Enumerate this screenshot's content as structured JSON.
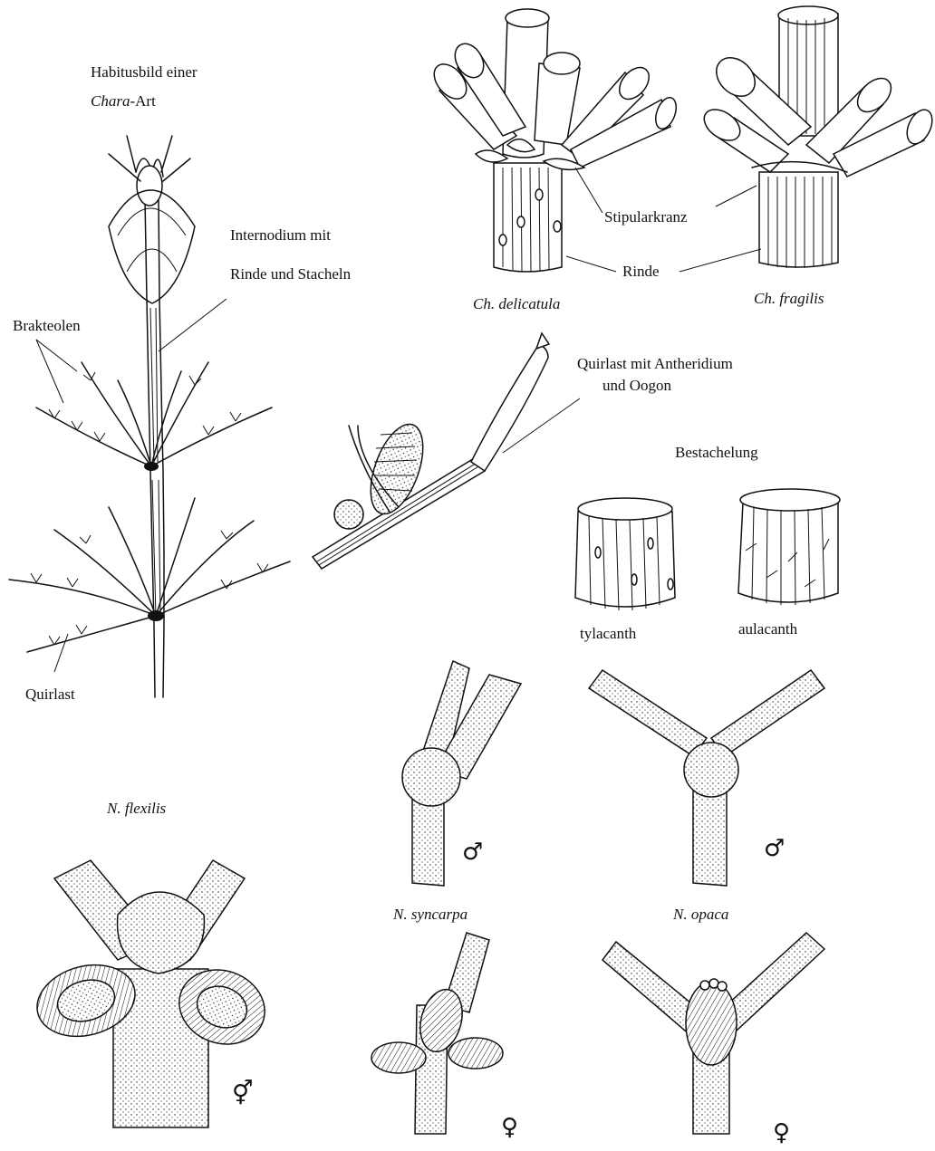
{
  "labels": {
    "habitus_line1": "Habitusbild einer",
    "habitus_genus": "Chara",
    "habitus_suffix": "-Art",
    "internodium_line1": "Internodium mit",
    "internodium_line2": "Rinde und Stacheln",
    "brakteolen": "Brakteolen",
    "quirlast": "Quirlast",
    "stipularkranz": "Stipularkranz",
    "rinde": "Rinde",
    "ch_delicatula": "Ch. delicatula",
    "ch_fragilis": "Ch. fragilis",
    "quirlast_antheridium_line1": "Quirlast mit Antheridium",
    "quirlast_antheridium_line2": "und Oogon",
    "bestachelung": "Bestachelung",
    "tylacanth": "tylacanth",
    "aulacanth": "aulacanth",
    "n_flexilis": "N. flexilis",
    "n_syncarpa": "N. syncarpa",
    "n_opaca": "N. opaca"
  },
  "symbols": {
    "male": "♂",
    "female": "♀",
    "bisexual": "⚥"
  },
  "icons": [
    "chara-habitus-drawing",
    "delicatula-stem-drawing",
    "fragilis-stem-drawing",
    "whorl-branch-drawing",
    "tylacanth-cortex-drawing",
    "aulacanth-cortex-drawing",
    "nitella-branch-drawing"
  ]
}
